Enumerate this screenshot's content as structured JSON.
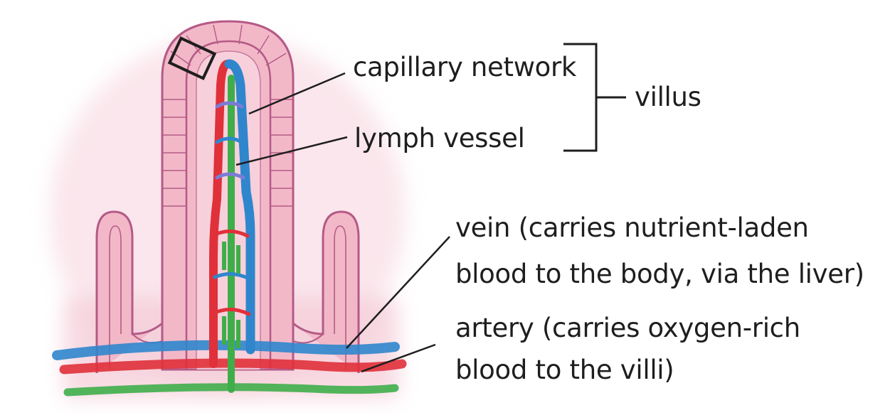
{
  "labels": {
    "capillary_network": "capillary network",
    "lymph_vessel": "lymph vessel",
    "villus": "villus",
    "vein_line1": "vein (carries nutrient-laden",
    "vein_line2": "blood to the body, via the liver)",
    "artery_line1": "artery (carries oxygen-rich",
    "artery_line2": "blood to the villi)"
  },
  "colors": {
    "tissue": "#f2b8c8",
    "tissue_edge": "#b55a86",
    "artery": "#e0303a",
    "vein": "#2f86cc",
    "lymph": "#3fae4a",
    "text": "#1e1e1e"
  }
}
